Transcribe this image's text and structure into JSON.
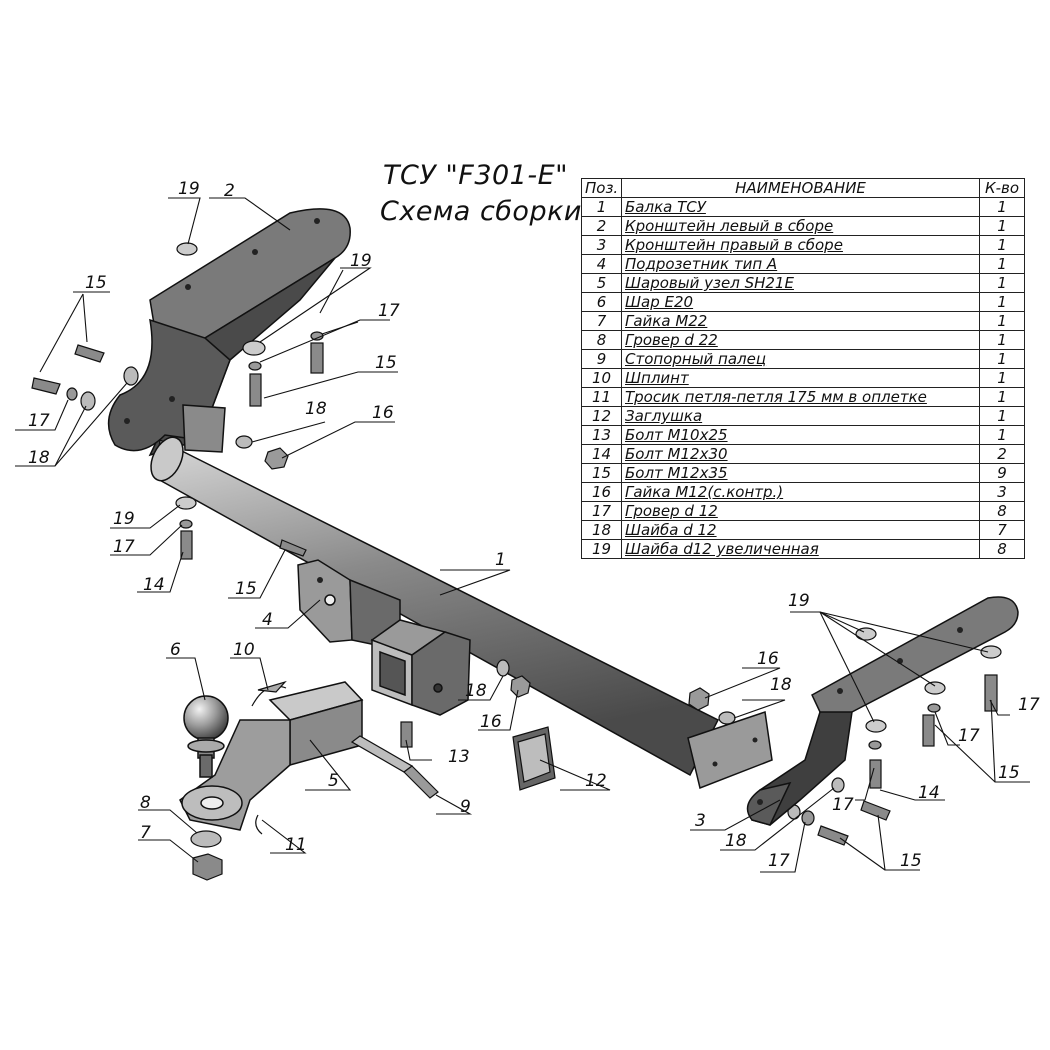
{
  "title": {
    "line1": "ТСУ \"F301-E\"",
    "line2": "Схема сборки"
  },
  "table": {
    "headers": [
      "Поз.",
      "НАИМЕНОВАНИЕ",
      "К-во"
    ],
    "rows": [
      {
        "pos": "1",
        "name": "Балка ТСУ",
        "qty": "1"
      },
      {
        "pos": "2",
        "name": "Кронштейн левый в сборе",
        "qty": "1"
      },
      {
        "pos": "3",
        "name": "Кронштейн правый в сборе",
        "qty": "1"
      },
      {
        "pos": "4",
        "name": "Подрозетник тип А",
        "qty": "1"
      },
      {
        "pos": "5",
        "name": "Шаровый узел SH21E",
        "qty": "1"
      },
      {
        "pos": "6",
        "name": "Шар Е20",
        "qty": "1"
      },
      {
        "pos": "7",
        "name": "Гайка М22",
        "qty": "1"
      },
      {
        "pos": "8",
        "name": "Гровер d 22",
        "qty": "1"
      },
      {
        "pos": "9",
        "name": "Стопорный палец",
        "qty": "1"
      },
      {
        "pos": "10",
        "name": "Шплинт",
        "qty": "1"
      },
      {
        "pos": "11",
        "name": "Тросик петля-петля 175 мм в оплетке",
        "qty": "1"
      },
      {
        "pos": "12",
        "name": "Заглушка",
        "qty": "1"
      },
      {
        "pos": "13",
        "name": "Болт М10х25",
        "qty": "1"
      },
      {
        "pos": "14",
        "name": "Болт М12х30",
        "qty": "2"
      },
      {
        "pos": "15",
        "name": "Болт М12х35",
        "qty": "9"
      },
      {
        "pos": "16",
        "name": "Гайка М12(с.контр.)",
        "qty": "3"
      },
      {
        "pos": "17",
        "name": "Гровер d 12",
        "qty": "8"
      },
      {
        "pos": "18",
        "name": "Шайба d 12",
        "qty": "7"
      },
      {
        "pos": "19",
        "name": "Шайба d12 увеличенная",
        "qty": "8"
      }
    ]
  },
  "callouts": {
    "c1": "1",
    "c2": "2",
    "c3": "3",
    "c4": "4",
    "c5": "5",
    "c6": "6",
    "c7": "7",
    "c8": "8",
    "c9": "9",
    "c10": "10",
    "c11": "11",
    "c12": "12",
    "c13": "13",
    "c14a": "14",
    "c14b": "14",
    "c15a": "15",
    "c15b": "15",
    "c15c": "15",
    "c15d": "15",
    "c15e": "15",
    "c16a": "16",
    "c16b": "16",
    "c16c": "16",
    "c17a": "17",
    "c17b": "17",
    "c17c": "17",
    "c17d": "17",
    "c17e": "17",
    "c17f": "17",
    "c17g": "17",
    "c18a": "18",
    "c18b": "18",
    "c18c": "18",
    "c18d": "18",
    "c18e": "18",
    "c19a": "19",
    "c19b": "19",
    "c19c": "19",
    "c19d": "19"
  },
  "colors": {
    "steel": "#6e6e6e",
    "steel_dark": "#3f3f3f",
    "steel_light": "#b5b5b5",
    "line": "#111111"
  }
}
